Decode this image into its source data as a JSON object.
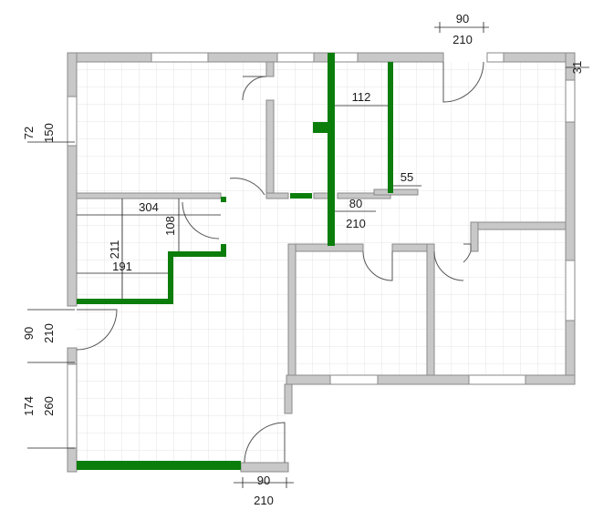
{
  "colors": {
    "existing_wall": "#c8c8c8",
    "new_wall": "#0b7d0b",
    "grid": "#e4e4e4",
    "background": "#ffffff",
    "dimension_text": "#1a1a1a"
  },
  "dimensions": {
    "top_door_w": "90",
    "top_door_h": "210",
    "right_top": "31",
    "left_window_a": "72",
    "left_window_b": "150",
    "len_112": "112",
    "len_55": "55",
    "len_80": "80",
    "len_210_mid": "210",
    "len_304": "304",
    "len_108": "108",
    "len_211": "211",
    "len_191": "191",
    "left_door_a": "90",
    "left_door_b": "210",
    "left_window2_a": "174",
    "left_window2_b": "260",
    "bottom_door_w": "90",
    "bottom_door_h": "210"
  }
}
